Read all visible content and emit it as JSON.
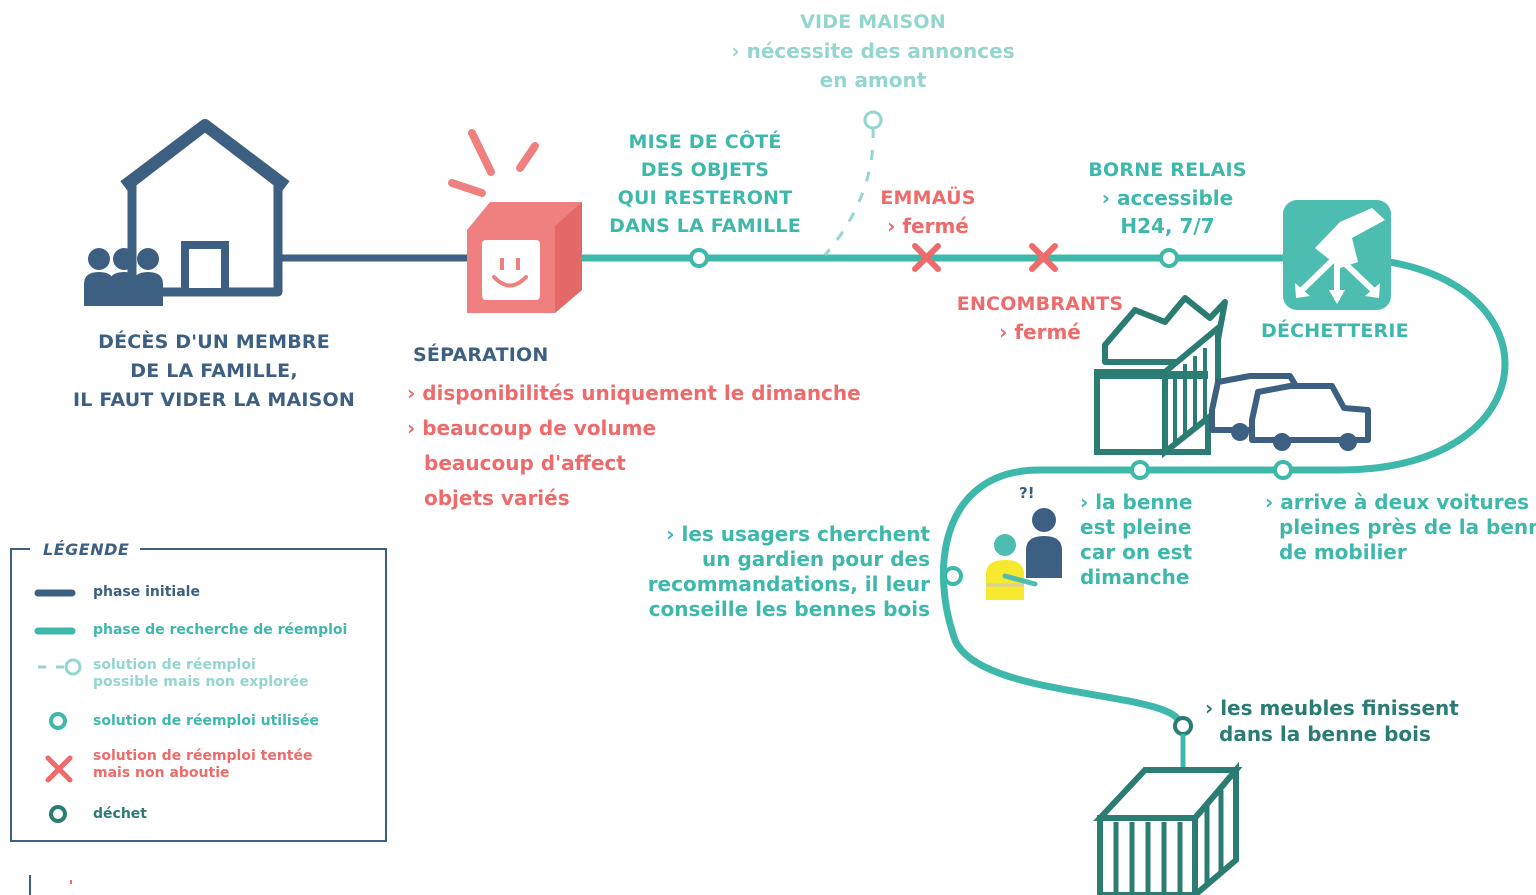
{
  "colors": {
    "navy": "#3c5f82",
    "teal": "#3fb8ac",
    "light_teal": "#94d6cf",
    "red": "#ef6b6b",
    "dark_teal": "#2b7c73"
  },
  "nodes": {
    "death": [
      "DÉCÈS D'UN MEMBRE",
      "DE LA FAMILLE,",
      "IL FAUT VIDER LA MAISON"
    ],
    "separation": {
      "title": "SÉPARATION",
      "lines": [
        "› disponibilités uniquement le dimanche",
        "› beaucoup de volume",
        "beaucoup d'affect",
        "objets variés"
      ]
    },
    "mise_de_cote": [
      "MISE DE CÔTÉ",
      "DES OBJETS",
      "QUI RESTERONT",
      "DANS LA FAMILLE"
    ],
    "vide_maison": {
      "title": "VIDE MAISON",
      "lines": [
        "› nécessite des annonces",
        "en amont"
      ]
    },
    "emmaus": {
      "title": "EMMAÜS",
      "status": "› fermé"
    },
    "encombrants": {
      "title": "ENCOMBRANTS",
      "status": "› fermé"
    },
    "borne_relais": {
      "title": "BORNE RELAIS",
      "lines": [
        "› accessible",
        "H24, 7/7"
      ]
    },
    "decheterie": "DÉCHETTERIE",
    "arrive": [
      "› arrive à deux voitures",
      "pleines près de la benne",
      "de mobilier"
    ],
    "benne_pleine": [
      "› la benne",
      "est pleine",
      "car on est",
      "dimanche"
    ],
    "usagers": [
      "› les usagers cherchent",
      "un gardien pour des",
      "recommandations, il leur",
      "conseille les bennes bois"
    ],
    "question_mark": "?!",
    "meubles": [
      "› les meubles finissent",
      "dans la benne bois"
    ]
  },
  "legend": {
    "title": "LÉGENDE",
    "items": [
      {
        "label": "phase initiale"
      },
      {
        "label": "phase de recherche de réemploi"
      },
      {
        "label": "solution de réemploi possible mais non explorée",
        "lines": [
          "solution de réemploi",
          "possible mais non explorée"
        ]
      },
      {
        "label": "solution de réemploi utilisée"
      },
      {
        "label": "solution de réemploi tentée mais non aboutie",
        "lines": [
          "solution de réemploi tentée",
          "mais non aboutie"
        ]
      },
      {
        "label": "déchet"
      }
    ]
  }
}
